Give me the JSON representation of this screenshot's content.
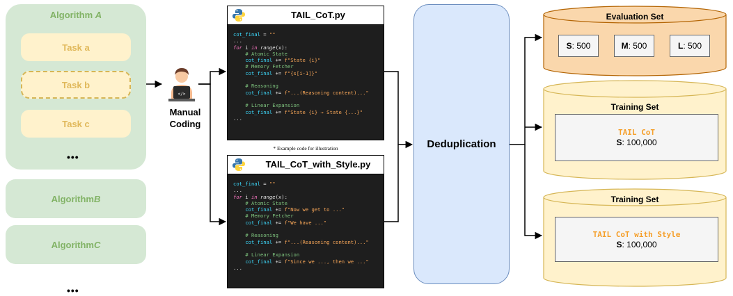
{
  "algorithm_a": {
    "title_prefix": "Algorithm ",
    "title_letter": "A",
    "tasks": [
      "Task a",
      "Task b",
      "Task c"
    ],
    "more": "•••"
  },
  "other_algorithms": [
    {
      "prefix": "Algorithm ",
      "letter": "B"
    },
    {
      "prefix": "Algorithm ",
      "letter": "C"
    }
  ],
  "more_algorithms": "•••",
  "manual_coding": {
    "line1": "Manual",
    "line2": "Coding"
  },
  "code_files": {
    "file1": {
      "title": "TAIL_CoT.py"
    },
    "file2": {
      "title": "TAIL_CoT_with_Style.py"
    }
  },
  "note": "* Example code for illustration",
  "deduplication": "Deduplication",
  "evaluation_set": {
    "title": "Evaluation Set",
    "items": [
      {
        "key": "S",
        "value": ": 500"
      },
      {
        "key": "M",
        "value": ": 500"
      },
      {
        "key": "L",
        "value": ": 500"
      }
    ]
  },
  "training_sets": [
    {
      "title": "Training Set",
      "name": "TAIL CoT",
      "size_key": "S",
      "size_value": ": 100,000"
    },
    {
      "title": "Training Set",
      "name": "TAIL CoT with Style",
      "size_key": "S",
      "size_value": ": 100,000"
    }
  ],
  "colors": {
    "algo_fill": "#d5e8d4",
    "algo_text": "#82b366",
    "task_fill": "#fff2cc",
    "dedup_fill": "#dae8fc",
    "dedup_border": "#6c8ebf",
    "eval_fill": "#fad7ac",
    "train_fill": "#fff2cc",
    "tail_text": "#f59f2a"
  }
}
